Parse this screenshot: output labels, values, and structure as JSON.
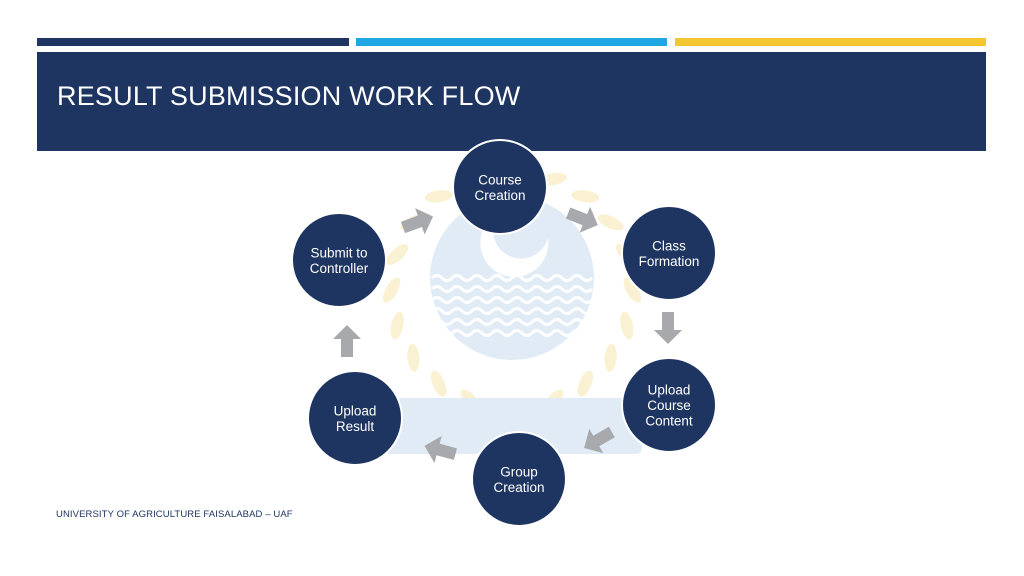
{
  "colors": {
    "navy": "#1e3561",
    "cyan": "#1fa7e4",
    "gold": "#f6c631",
    "node_fill": "#1e3561",
    "node_text": "#ffffff",
    "arrow": "#a7a9ac",
    "footer_text": "#1e3561",
    "watermark_blue": "#c8dcf0",
    "watermark_gold": "#f7e7b0"
  },
  "header": {
    "title": "RESULT SUBMISSION WORK FLOW"
  },
  "workflow": {
    "steps": [
      {
        "id": "course-creation",
        "lines": [
          "Course",
          "Creation"
        ]
      },
      {
        "id": "class-formation",
        "lines": [
          "Class",
          "Formation"
        ]
      },
      {
        "id": "upload-course-content",
        "lines": [
          "Upload",
          "Course",
          "Content"
        ]
      },
      {
        "id": "group-creation",
        "lines": [
          "Group",
          "Creation"
        ]
      },
      {
        "id": "upload-result",
        "lines": [
          "Upload",
          "Result"
        ]
      },
      {
        "id": "submit-to-controller",
        "lines": [
          "Submit to",
          "Controller"
        ]
      }
    ]
  },
  "footer": {
    "text": "UNIVERSITY OF AGRICULTURE FAISALABAD – UAF"
  },
  "watermark": {
    "icon": "university-seal-icon"
  }
}
